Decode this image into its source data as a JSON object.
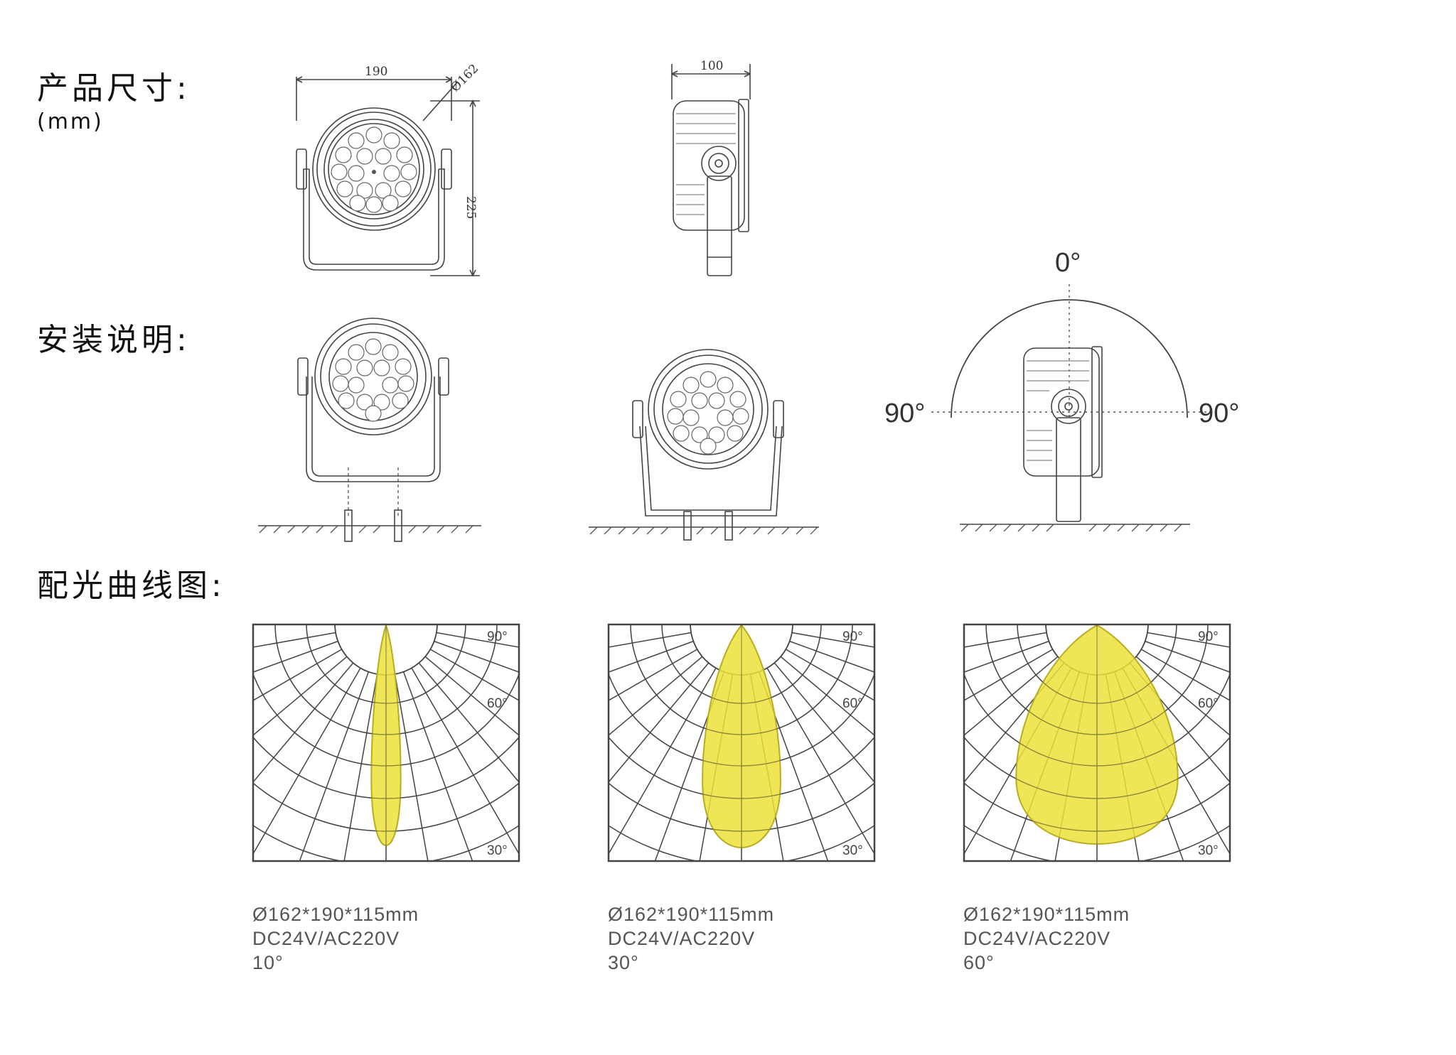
{
  "sections": {
    "dimensions_title": "产品尺寸:",
    "dimensions_unit": "(mm)",
    "installation_title": "安装说明:",
    "light_curve_title": "配光曲线图:"
  },
  "dimensions": {
    "front_width": "190",
    "front_diameter": "Ø162",
    "front_height": "225",
    "side_depth": "100"
  },
  "rotation": {
    "top": "0°",
    "left": "90°",
    "right": "90°"
  },
  "polar_ticks": {
    "top": "90°",
    "mid": "60°",
    "bottom": "30°"
  },
  "colors": {
    "beam_fill": "#ece23a",
    "beam_stroke": "#b8ad20",
    "line": "#444444"
  },
  "chart_data": [
    {
      "type": "polar",
      "beam_angle_deg": 10,
      "spec": [
        "Ø162*190*115mm",
        "DC24V/AC220V",
        "10°"
      ]
    },
    {
      "type": "polar",
      "beam_angle_deg": 30,
      "spec": [
        "Ø162*190*115mm",
        "DC24V/AC220V",
        "30°"
      ]
    },
    {
      "type": "polar",
      "beam_angle_deg": 60,
      "spec": [
        "Ø162*190*115mm",
        "DC24V/AC220V",
        "60°"
      ]
    }
  ]
}
